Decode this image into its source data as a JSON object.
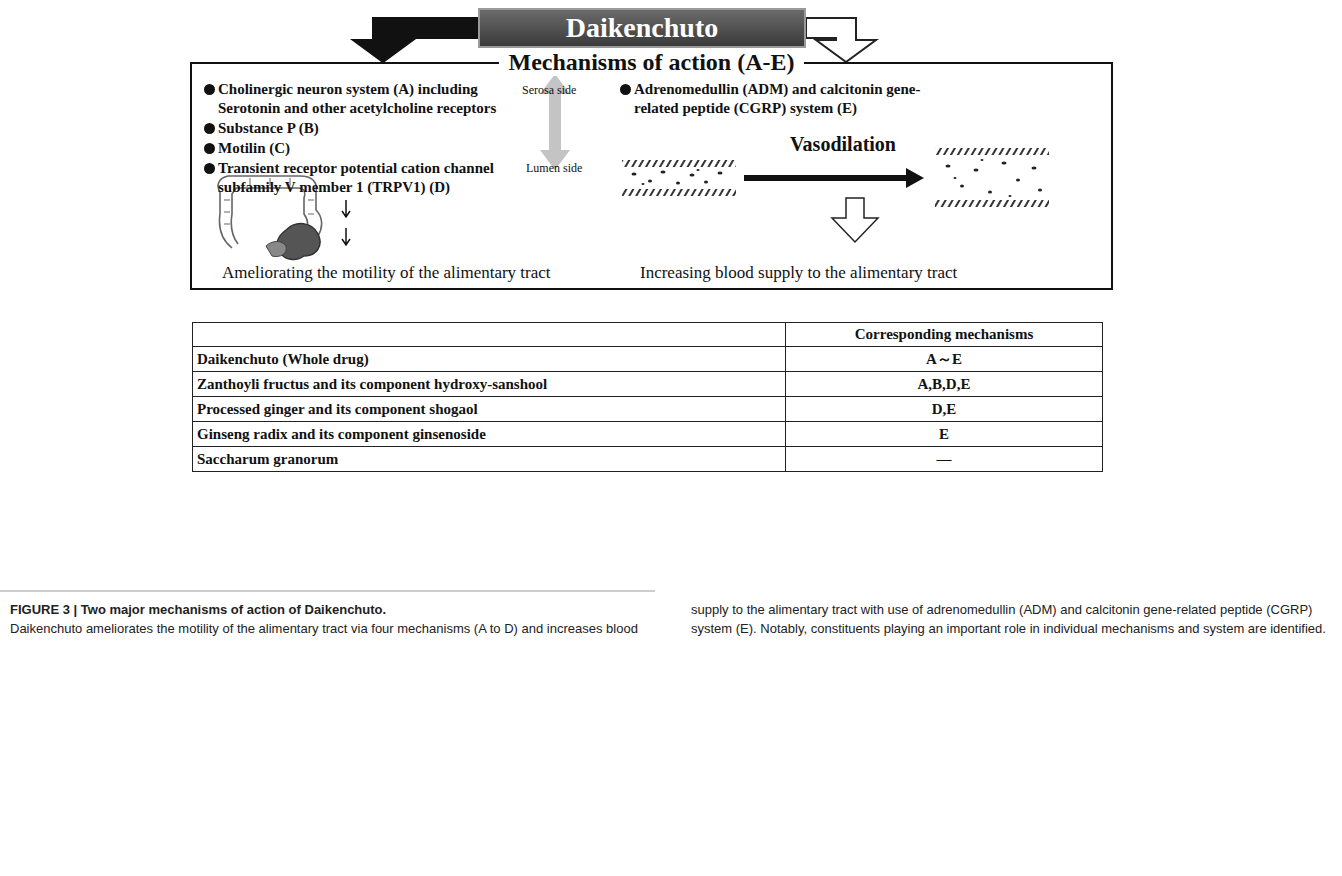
{
  "diagram": {
    "title": "FIGURE 3 | Two major mechanisms of action of Daikenchuto.",
    "caption": "Daikenchuto ameliorates the motility of the alimentary tract via four mechanisms (A to D) and increases blood supply to the alimentary tract with use of adrenomedullin (ADM) and calcitonin gene-related peptide (CGRP) system (E). Notably, constituents playing an important role in individual mechanisms and system are identified.",
    "nodes": [
      {
        "text": [
          "Daikenchuto"
        ]
      },
      {
        "text": [
          "Mechanisms of action (A-E)"
        ]
      }
    ],
    "edges": [
      {
        "from": 0,
        "to": 1,
        "arrow": "to"
      },
      {
        "from": 0,
        "to": 1,
        "arrow": "to"
      }
    ],
    "labels": [
      "Cholinergic neuron system (A) including Serotonin and other acetylcholine receptors",
      "Serosa side",
      "Substance P (B)",
      "Motilin (C)",
      "Transient receptor potential cation channel subfamily V member 1 (TRPV1) (D)",
      "Lumen side",
      "Ameliorating the motility of the alimentary tract",
      "Adrenomedullin (ADM) and calcitonin gene-related peptide (CGRP) system (E)",
      "Vasodilation",
      "Increasing blood supply to the alimentary tract",
      "Corresponding mechanisms",
      "Daikenchuto (Whole drug)",
      "A～E",
      "Zanthoyli fructus and its component hydroxy-sanshool",
      "A,B,D,E",
      "Processed ginger and its component shogaol",
      "D,E",
      "Ginseng radix and its component ginsenoside",
      "E",
      "Saccharum granorum",
      "—"
    ]
  }
}
